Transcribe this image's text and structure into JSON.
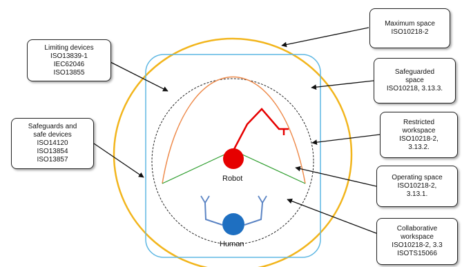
{
  "colors": {
    "maximum": "#F2B51C",
    "safeguarded": "#5DB7E3",
    "restricted": "#222222",
    "operating": "#EE8B4C",
    "robot": "#E60000",
    "human": "#1E6FC1",
    "human_arm": "#5B84C4",
    "reach_line": "#2F9E2F"
  },
  "nodes": {
    "robot": "Robot",
    "human": "Human"
  },
  "callouts": {
    "limiting": "Limiting devices\nISO13839-1\nIEC62046\nISO13855",
    "safeguards": "Safeguards and\nsafe devices\nISO14120\nISO13854\nISO13857",
    "maximum": "Maximum space\nISO10218-2",
    "safeguarded": "Safeguarded\nspace\nISO10218, 3.13.3.",
    "restricted": "Restricted\nworkspace\nISO10218-2,\n3.13.2.",
    "operating": "Operating space\nISO10218-2,\n3.13.1.",
    "collaborative": "Collaborative\nworkspace\nISO10218-2, 3.3\nISOTS15066"
  }
}
